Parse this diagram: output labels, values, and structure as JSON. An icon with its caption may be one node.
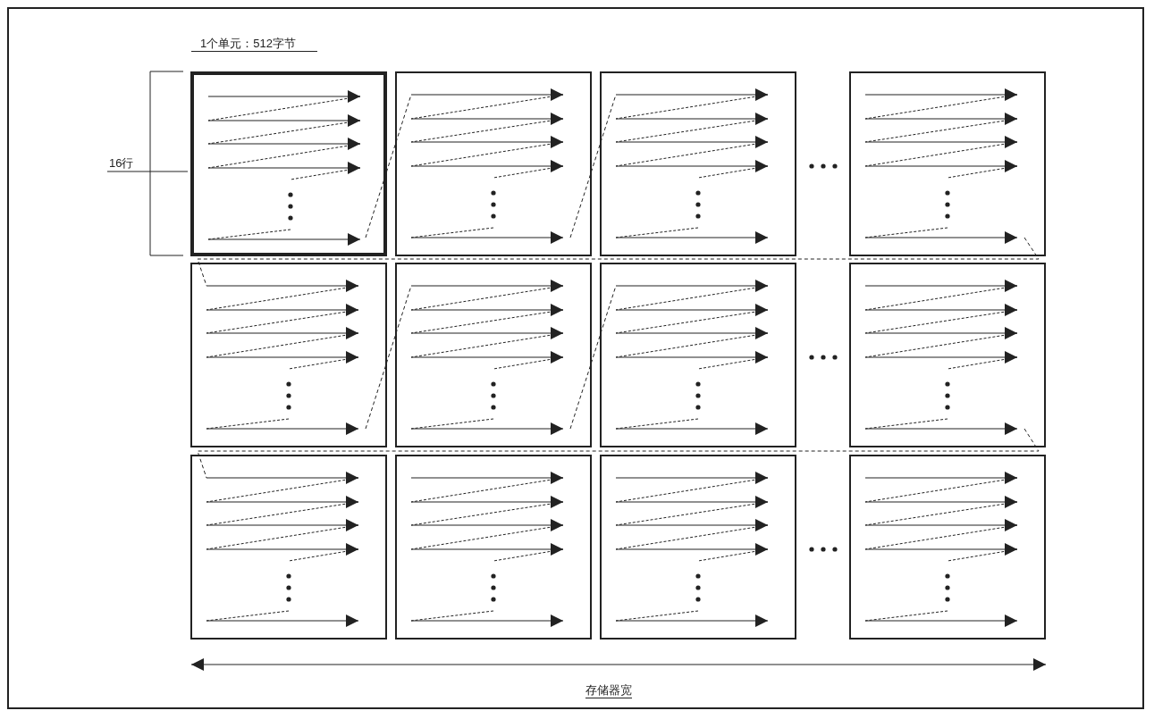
{
  "diagram": {
    "nodes": [
      {
        "text": [],
        "shape": "box"
      },
      {
        "text": [],
        "shape": "box"
      },
      {
        "text": [],
        "shape": "box"
      },
      {
        "text": [],
        "shape": "box"
      },
      {
        "text": [],
        "shape": "box"
      },
      {
        "text": [],
        "shape": "box"
      },
      {
        "text": [],
        "shape": "box"
      },
      {
        "text": [],
        "shape": "box"
      },
      {
        "text": [],
        "shape": "box"
      },
      {
        "text": [],
        "shape": "box"
      },
      {
        "text": [],
        "shape": "box"
      },
      {
        "text": [],
        "shape": "box"
      }
    ],
    "edges": [
      {
        "from": 0,
        "to": 1,
        "arrow": "none",
        "style": "dashed"
      },
      {
        "from": 1,
        "to": 2,
        "arrow": "none",
        "style": "dashed"
      },
      {
        "from": 3,
        "to": 4,
        "arrow": "none",
        "style": "dashed"
      },
      {
        "from": 4,
        "to": 5,
        "arrow": "none",
        "style": "dashed"
      },
      {
        "from": 5,
        "to": 6,
        "arrow": "none",
        "style": "dashed"
      },
      {
        "from": 7,
        "to": 8,
        "arrow": "none",
        "style": "dashed"
      }
    ],
    "labels": [
      "1个单元：512字节",
      "16行",
      "存储器宽"
    ]
  }
}
